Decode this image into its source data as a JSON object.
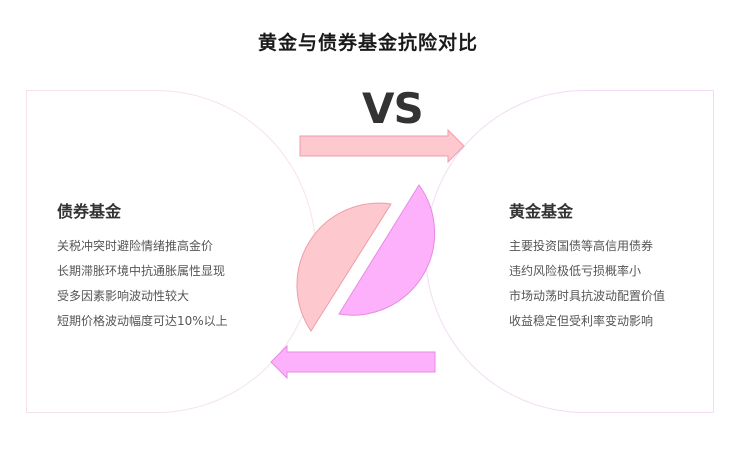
{
  "title": "黄金与债券基金抗险对比",
  "vs_label": "VS",
  "left_panel": {
    "heading": "债券基金",
    "items": [
      "关税冲突时避险情绪推高金价",
      "长期滞胀环境中抗通胀属性显现",
      "受多因素影响波动性较大",
      "短期价格波动幅度可达10%以上"
    ],
    "accent_color": "#fcc8d0",
    "border_color": "#f6e3ea"
  },
  "right_panel": {
    "heading": "黄金基金",
    "items": [
      "主要投资国债等高信用债券",
      "违约风险极低亏损概率小",
      "市场动荡时具抗波动配置价值",
      "收益稳定但受利率变动影响"
    ],
    "accent_color": "#fcb0fb",
    "border_color": "#f3dcf3"
  },
  "colors": {
    "pink_fill": "#fdc9cf",
    "pink_stroke": "#ef9ca8",
    "magenta_fill": "#fdb1fb",
    "magenta_stroke": "#e68ae3",
    "title": "#1a1a1a",
    "text": "#555555"
  }
}
